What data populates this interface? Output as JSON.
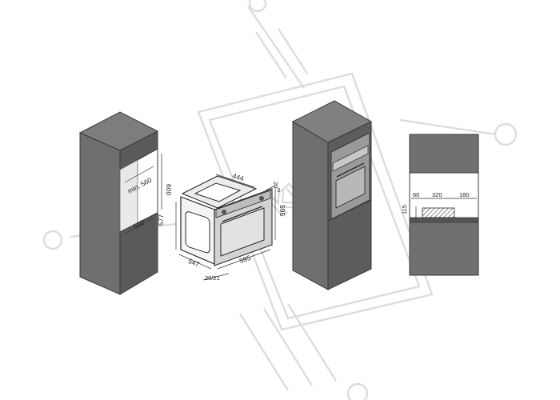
{
  "diagram": {
    "column_cabinet_left": {
      "labels": {
        "niche_width": "min. 560",
        "niche_height": "600",
        "depth": "560"
      }
    },
    "oven_unit": {
      "labels": {
        "width_top": "444",
        "side_depth": "577",
        "bottom_depth": "547",
        "front_width": "595",
        "front_height": "595",
        "panel_a": "20",
        "panel_b": "3",
        "bottom_note": "20/21"
      }
    },
    "ventilation_detail": {
      "labels": {
        "gap_left": "60",
        "vent_width": "320",
        "gap_right": "180",
        "vent_height": "115"
      }
    },
    "watermark": {
      "text": "KKH",
      "kind": "logo"
    }
  }
}
